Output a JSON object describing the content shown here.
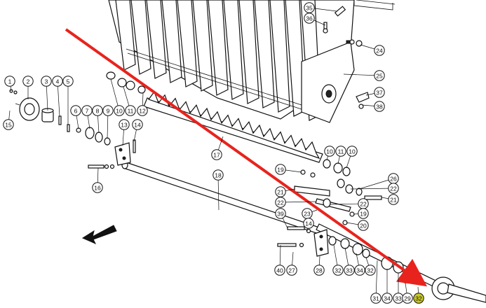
{
  "diagram": {
    "arrow_color": "#e8231d",
    "highlight_color": "#c9c62a",
    "callouts": [
      {
        "id": "c35",
        "label": "35"
      },
      {
        "id": "c36",
        "label": "36"
      },
      {
        "id": "c24",
        "label": "24"
      },
      {
        "id": "c25",
        "label": "25"
      },
      {
        "id": "c37",
        "label": "37"
      },
      {
        "id": "c38",
        "label": "38"
      },
      {
        "id": "c1",
        "label": "1"
      },
      {
        "id": "c2",
        "label": "2"
      },
      {
        "id": "c15",
        "label": "15"
      },
      {
        "id": "c3",
        "label": "3"
      },
      {
        "id": "c4",
        "label": "4"
      },
      {
        "id": "c5",
        "label": "5"
      },
      {
        "id": "c6",
        "label": "6"
      },
      {
        "id": "c7",
        "label": "7"
      },
      {
        "id": "c8",
        "label": "8"
      },
      {
        "id": "c9",
        "label": "9"
      },
      {
        "id": "c10a",
        "label": "10"
      },
      {
        "id": "c11a",
        "label": "11"
      },
      {
        "id": "c12",
        "label": "12"
      },
      {
        "id": "c13",
        "label": "13"
      },
      {
        "id": "c14a",
        "label": "14"
      },
      {
        "id": "c16",
        "label": "16"
      },
      {
        "id": "c17",
        "label": "17"
      },
      {
        "id": "c18",
        "label": "18"
      },
      {
        "id": "c10b",
        "label": "10"
      },
      {
        "id": "c11b",
        "label": "11"
      },
      {
        "id": "c10c",
        "label": "10"
      },
      {
        "id": "c19a",
        "label": "19"
      },
      {
        "id": "c21a",
        "label": "21"
      },
      {
        "id": "c26",
        "label": "26"
      },
      {
        "id": "c22a",
        "label": "22"
      },
      {
        "id": "c21b",
        "label": "21"
      },
      {
        "id": "c22b",
        "label": "22"
      },
      {
        "id": "c22c",
        "label": "22"
      },
      {
        "id": "c23",
        "label": "23"
      },
      {
        "id": "c19b",
        "label": "19"
      },
      {
        "id": "c20",
        "label": "20"
      },
      {
        "id": "c39",
        "label": "39"
      },
      {
        "id": "c14b",
        "label": "14"
      },
      {
        "id": "c40",
        "label": "40"
      },
      {
        "id": "c27",
        "label": "27"
      },
      {
        "id": "c28",
        "label": "28"
      },
      {
        "id": "c32a",
        "label": "32"
      },
      {
        "id": "c33",
        "label": "33"
      },
      {
        "id": "c34a",
        "label": "34"
      },
      {
        "id": "c32b",
        "label": "32"
      },
      {
        "id": "c31",
        "label": "31"
      },
      {
        "id": "c34b",
        "label": "34"
      },
      {
        "id": "c33b",
        "label": "33"
      },
      {
        "id": "c29",
        "label": "29"
      },
      {
        "id": "c32c",
        "label": "32"
      }
    ]
  }
}
